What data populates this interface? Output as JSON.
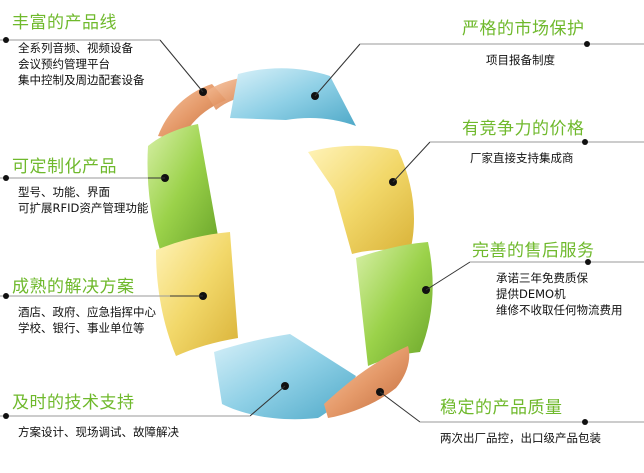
{
  "features": [
    {
      "id": "rich-products",
      "title": "丰富的产品线",
      "items": [
        "全系列音频、视频设备",
        "会议预约管理平台",
        "集中控制及周边配套设备"
      ]
    },
    {
      "id": "customizable",
      "title": "可定制化产品",
      "items": [
        "型号、功能、界面",
        "可扩展RFID资产管理功能"
      ]
    },
    {
      "id": "mature-solutions",
      "title": "成熟的解决方案",
      "items": [
        "酒店、政府、应急指挥中心",
        "学校、银行、事业单位等"
      ]
    },
    {
      "id": "tech-support",
      "title": "及时的技术支持",
      "items": [
        "方案设计、现场调试、故障解决"
      ]
    },
    {
      "id": "market-protection",
      "title": "严格的市场保护",
      "items": [
        "项目报备制度"
      ]
    },
    {
      "id": "competitive-price",
      "title": "有竞争力的价格",
      "items": [
        "厂家直接支持集成商"
      ]
    },
    {
      "id": "after-sales",
      "title": "完善的售后服务",
      "items": [
        "承诺三年免费质保",
        "提供DEMO机",
        "维修不收取任何物流费用"
      ]
    },
    {
      "id": "stable-quality",
      "title": "稳定的产品质量",
      "items": [
        "两次出厂品控，出口级产品包装"
      ]
    }
  ],
  "colors": {
    "title": "#6fb92c",
    "green": "#9bd24a",
    "yellow": "#f2d86a",
    "blue": "#8fd0e6",
    "orange": "#e59a6a"
  }
}
